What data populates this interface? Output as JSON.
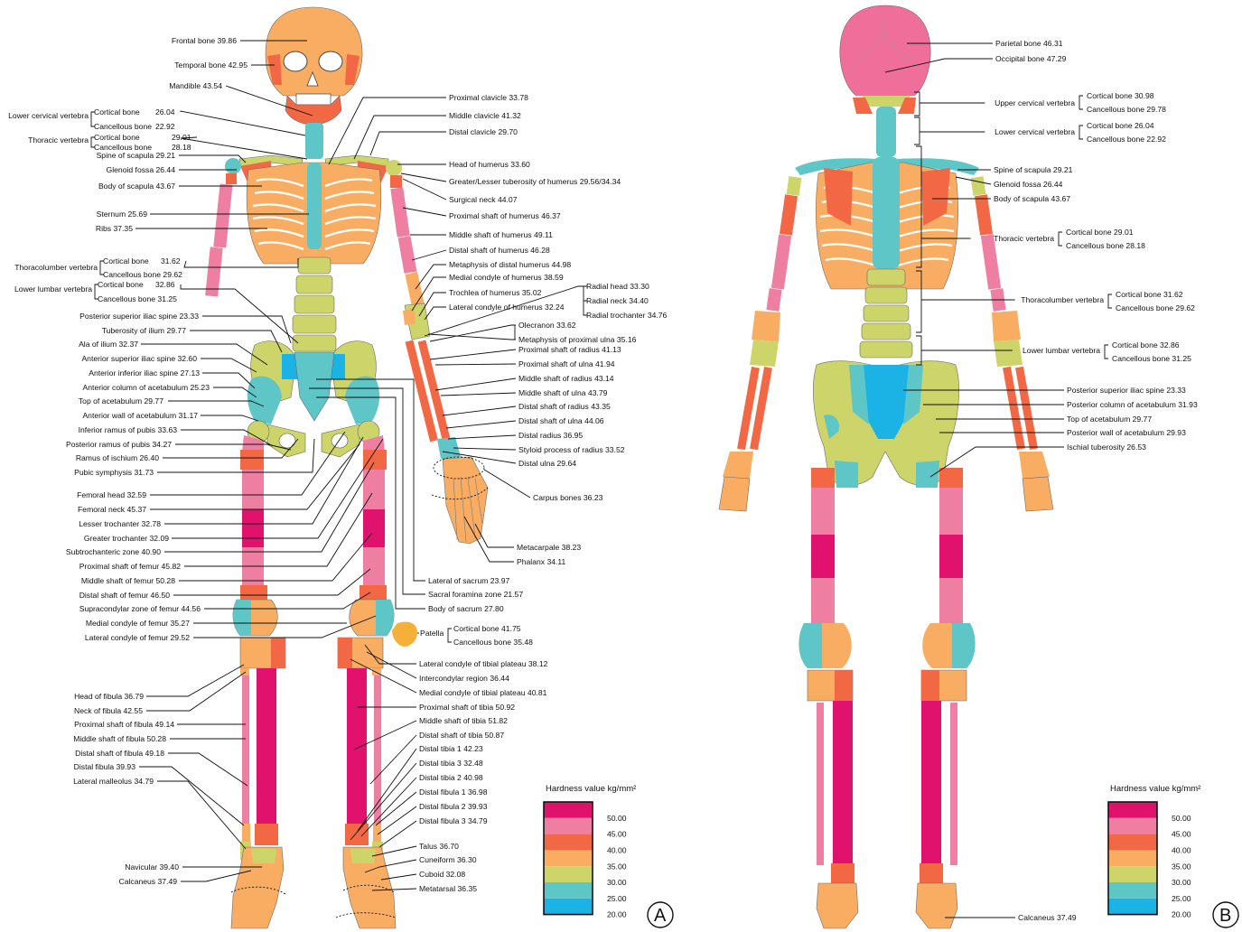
{
  "palette": {
    "c50": "#e0126e",
    "c45": "#ef7ea3",
    "c40": "#f26744",
    "c35": "#f9ad62",
    "c30": "#cdd46a",
    "c25": "#5ec6c6",
    "c20": "#1bb3e6",
    "skull_back": "#ef6f9a"
  },
  "scale": {
    "title": "Hardness value  kg/mm²",
    "ticks": [
      "50.00",
      "45.00",
      "40.00",
      "35.00",
      "30.00",
      "25.00",
      "20.00"
    ]
  },
  "panel_letters": {
    "a": "A",
    "b": "B"
  },
  "panel_a": {
    "left": [
      {
        "t": "Frontal bone 39.86"
      },
      {
        "t": "Temporal bone 42.95"
      },
      {
        "t": "Mandible 43.54"
      },
      {
        "t": "Spine of scapula 29.21"
      },
      {
        "t": "Glenoid fossa    26.44"
      },
      {
        "t": "Body of scapula    43.67"
      },
      {
        "t": "Sternum  25.69"
      },
      {
        "t": "Ribs          37.35"
      },
      {
        "t": "Posterior superior iliac spine  23.33"
      },
      {
        "t": "Tuberosity of ilium 29.77"
      },
      {
        "t": "Ala of ilium 32.37"
      },
      {
        "t": "Anterior superior iliac spine  32.60"
      },
      {
        "t": "Anterior inferior iliac spine    27.13"
      },
      {
        "t": "Anterior column of acetabulum  25.23"
      },
      {
        "t": "Top of acetabulum 29.77"
      },
      {
        "t": "Anterior wall of acetabulum  31.17"
      },
      {
        "t": "Inferior ramus of pubis 33.63"
      },
      {
        "t": "Posterior ramus of pubis 34.27"
      },
      {
        "t": "Ramus of ischium 26.40"
      },
      {
        "t": "Pubic symphysis 31.73"
      },
      {
        "t": "Femoral head  32.59"
      },
      {
        "t": "Femoral neck  45.37"
      },
      {
        "t": "Lesser trochanter 32.78"
      },
      {
        "t": "Greater trochanter    32.09"
      },
      {
        "t": "Subtrochanteric zone 40.90"
      },
      {
        "t": "Proximal shaft of femur 45.82"
      },
      {
        "t": "Middle shaft of femur 50.28"
      },
      {
        "t": "Distal shaft of femur  46.50"
      },
      {
        "t": "Supracondylar zone of femur 44.56"
      },
      {
        "t": "Medial condyle  of femur  35.27"
      },
      {
        "t": "Lateral condyle  of femur   29.52"
      },
      {
        "t": "Head of fibula  36.79"
      },
      {
        "t": "Neck of fibula   42.55"
      },
      {
        "t": "Proximal shaft of fibula 49.14"
      },
      {
        "t": "Middle shaft of fibula 50.28"
      },
      {
        "t": "Distal shaft of fibula  49.18"
      },
      {
        "t": "Distal fibula   39.93"
      },
      {
        "t": "Lateral malleolus  34.79"
      },
      {
        "t": "Navicular  39.40"
      },
      {
        "t": "Calcaneus 37.49"
      }
    ],
    "vertebra": [
      {
        "group": "Lower cervical vertebra",
        "a": "Cortical bone",
        "av": "26.04",
        "b": "Cancellous bone",
        "bv": "22.92"
      },
      {
        "group": "Thoracic vertebra",
        "a": "Cortical bone",
        "av": "29.01",
        "b": "Cancellous bone",
        "bv": "28.18"
      },
      {
        "group": "Thoracolumber vertebra",
        "a": "Cortical bone",
        "av": "31.62",
        "b": "Cancellous bone 29.62",
        "bv": ""
      },
      {
        "group": "Lower lumbar vertebra",
        "a": "Cortical bone",
        "av": "32.86",
        "b": "Cancellous bone 31.25",
        "bv": ""
      }
    ],
    "right": [
      {
        "t": "Proximal clavicle 33.78"
      },
      {
        "t": "Middle clavicle   41.32"
      },
      {
        "t": "Distal clavicle     29.70"
      },
      {
        "t": "Head of humerus 33.60"
      },
      {
        "t": "Greater/Lesser tuberosity of humerus 29.56/34.34"
      },
      {
        "t": "Surgical neck  44.07"
      },
      {
        "t": "Proximal shaft of humerus 46.37"
      },
      {
        "t": "Middle shaft of humerus  49.11"
      },
      {
        "t": "Distal shaft of humerus  46.28"
      },
      {
        "t": "Metaphysis of distal humerus  44.98"
      },
      {
        "t": "Medial condyle of humerus  38.59"
      },
      {
        "t": "Trochlea of humerus  35.02"
      },
      {
        "t": "Lateral condyle of humerus  32.24"
      },
      {
        "t": "Radial head    33.30"
      },
      {
        "t": "Radial neck   34.40"
      },
      {
        "t": "Radial trochanter  34.76"
      },
      {
        "t": "Olecranon   33.62"
      },
      {
        "t": "Metaphysis of proximal ulna   35.16"
      },
      {
        "t": "Proximal shaft of radius 41.13"
      },
      {
        "t": "Proximal shaft of ulna  41.94"
      },
      {
        "t": "Middle shaft of radius 43.14"
      },
      {
        "t": "Middle shaft of ulna  43.79"
      },
      {
        "t": "Distal shaft of radius 43.35"
      },
      {
        "t": "Distal shaft of ulna 44.06"
      },
      {
        "t": "Distal radius 36.95"
      },
      {
        "t": "Styloid process of radius 33.52"
      },
      {
        "t": "Distal ulna 29.64"
      },
      {
        "t": "Carpus bones 36.23"
      },
      {
        "t": "Metacarpale 38.23"
      },
      {
        "t": "Phalanx  34.11"
      },
      {
        "t": "Lateral of sacrum  23.97"
      },
      {
        "t": "Sacral foramina zone  21.57"
      },
      {
        "t": "Body of sacrum     27.80"
      },
      {
        "t": "Patella"
      },
      {
        "t": "Cortical bone 41.75"
      },
      {
        "t": "Cancellous bone 35.48"
      },
      {
        "t": "Lateral condyle of tibial plateau 38.12"
      },
      {
        "t": "Intercondylar region 36.44"
      },
      {
        "t": "Medial condyle of tibial plateau 40.81"
      },
      {
        "t": "Proximal shaft of tibia 50.92"
      },
      {
        "t": "Middle shaft of tibia 51.82"
      },
      {
        "t": "Distal shaft of tibia 50.87"
      },
      {
        "t": "Distal tibia 1 42.23"
      },
      {
        "t": "Distal tibia 3 32.48"
      },
      {
        "t": "Distal tibia 2 40.98"
      },
      {
        "t": "Distal fibula 1  36.98"
      },
      {
        "t": "Distal fibula 2  39.93"
      },
      {
        "t": "Distal fibula 3  34.79"
      },
      {
        "t": "Talus  36.70"
      },
      {
        "t": "Cuneiform   36.30"
      },
      {
        "t": "Cuboid  32.08"
      },
      {
        "t": "Metatarsal   36.35"
      }
    ]
  },
  "panel_b": {
    "right": [
      {
        "t": "Parietal bone   46.31"
      },
      {
        "t": "Occipital bone  47.29"
      },
      {
        "t": "Spine of scapula  29.21"
      },
      {
        "t": "Glenoid fossa  26.44"
      },
      {
        "t": "Body of scapula  43.67"
      },
      {
        "t": "Posterior superior iliac spine   23.33"
      },
      {
        "t": "Posterior column of acetabulum     31.93"
      },
      {
        "t": "Top of acetabulum     29.77"
      },
      {
        "t": "Posterior wall of acetabulum   29.93"
      },
      {
        "t": "Ischial tuberosity  26.53"
      },
      {
        "t": "Calcaneus     37.49"
      }
    ],
    "vertebra": [
      {
        "group": "Upper cervical vertebra",
        "a": "Cortical bone  30.98",
        "b": "Cancellous bone  29.78"
      },
      {
        "group": "Lower cervical vertebra",
        "a": "Cortical bone  26.04",
        "b": "Cancellous bone  22.92"
      },
      {
        "group": "Thoracic vertebra",
        "a": "Cortical bone  29.01",
        "b": "Cancellous bone  28.18"
      },
      {
        "group": "Thoracolumber vertebra",
        "a": "Cortical bone  31.62",
        "b": "Cancellous bone  29.62"
      },
      {
        "group": "Lower lumbar vertebra",
        "a": "Cortical  bone    32.86",
        "b": "Cancellous bone  31.25"
      }
    ]
  }
}
